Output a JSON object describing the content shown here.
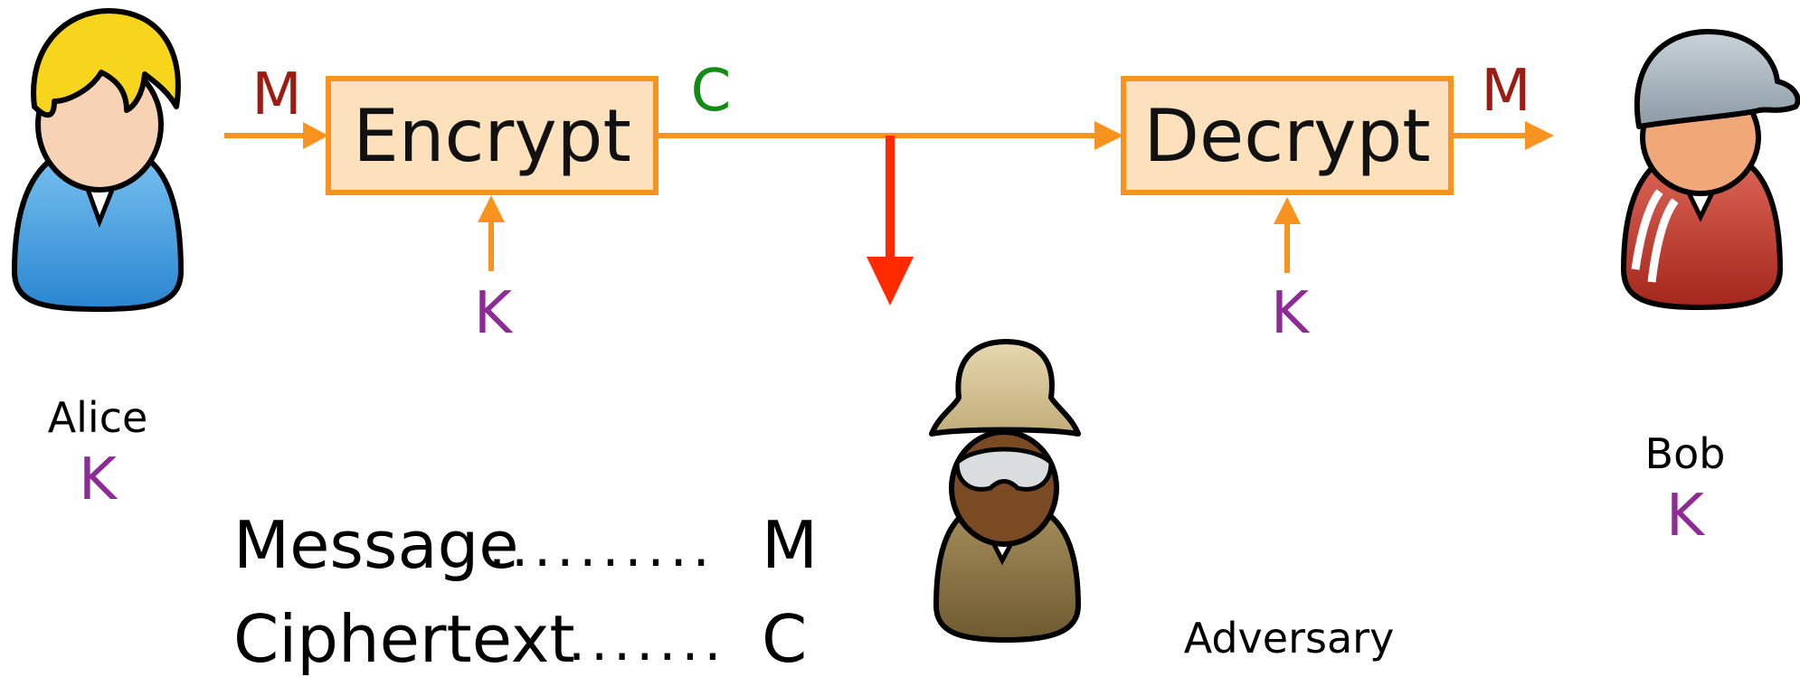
{
  "colors": {
    "flow": "#f7931e",
    "box_fill": "#fde0bc",
    "box_stroke": "#f7931e",
    "intercept": "#ff2a00",
    "message": "#9b1c12",
    "ciphertext": "#138a13",
    "key": "#8e2c96",
    "adversary_label": "#ff2a00"
  },
  "boxes": {
    "encrypt": "Encrypt",
    "decrypt": "Decrypt"
  },
  "flow_labels": {
    "message_in": "M",
    "ciphertext": "C",
    "message_out": "M",
    "key_encrypt": "K",
    "key_decrypt": "K"
  },
  "actors": {
    "alice": {
      "name": "Alice",
      "key": "K"
    },
    "bob": {
      "name": "Bob",
      "key": "K"
    },
    "adversary": {
      "name": "Adversary"
    }
  },
  "legend": [
    {
      "label": "Message",
      "dots": "..........",
      "symbol": "M"
    },
    {
      "label": "Ciphertext",
      "dots": ".......",
      "symbol": "C"
    }
  ],
  "icons": {
    "alice": "alice-person-icon",
    "bob": "bob-person-icon",
    "adversary": "adversary-person-icon"
  }
}
